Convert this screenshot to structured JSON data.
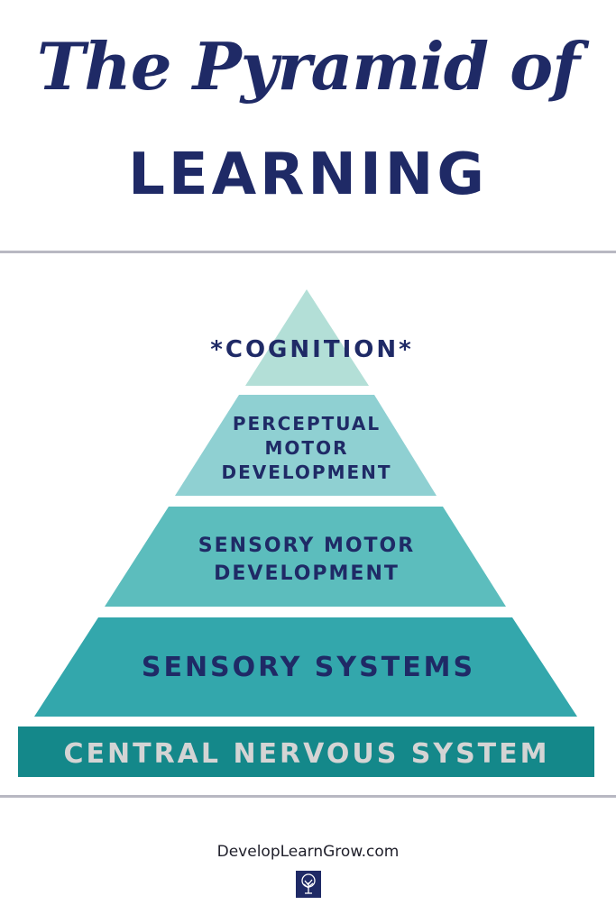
{
  "title": {
    "line1": "The Pyramid of",
    "line2": "LEARNING"
  },
  "pyramid": {
    "tiers": [
      {
        "id": "cognition",
        "lines": [
          "*COGNITION*"
        ],
        "color": "#b3dfd7"
      },
      {
        "id": "perceptual-motor",
        "lines": [
          "PERCEPTUAL",
          "MOTOR",
          "DEVELOPMENT"
        ],
        "color": "#8fd0d2"
      },
      {
        "id": "sensory-motor",
        "lines": [
          "SENSORY MOTOR",
          "DEVELOPMENT"
        ],
        "color": "#5cbdbd"
      },
      {
        "id": "sensory-systems",
        "lines": [
          "SENSORY SYSTEMS"
        ],
        "color": "#33a7ac"
      }
    ],
    "base": {
      "label": "CENTRAL NERVOUS SYSTEM",
      "color": "#14888a",
      "text_color": "#d4d4d4"
    },
    "text_color": "#1f2a66"
  },
  "footer": {
    "site": "DevelopLearnGrow.com",
    "logo_icon": "tree-icon"
  }
}
